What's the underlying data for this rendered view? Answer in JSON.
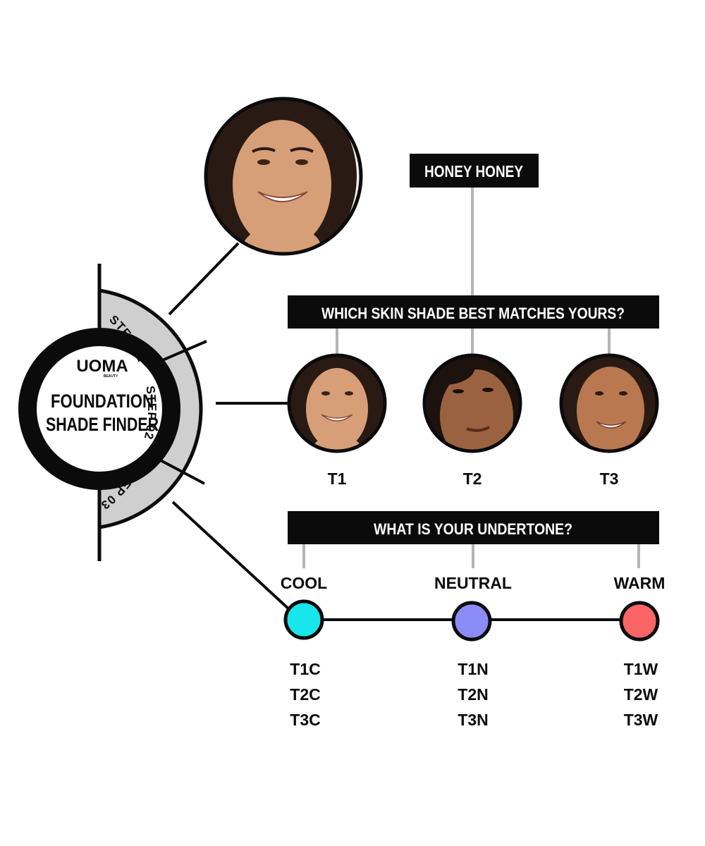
{
  "brand": {
    "logo_text": "UOMA",
    "logo_subtext": "BEAUTY",
    "title_line1": "FOUNDATION",
    "title_line2": "SHADE FINDER"
  },
  "steps": [
    "STEP 01",
    "STEP 02",
    "STEP 03"
  ],
  "step1": {
    "shade_name": "HONEY HONEY",
    "photo_icon": "smiling-woman-portrait"
  },
  "step2": {
    "question": "WHICH SKIN SHADE BEST MATCHES YOURS?",
    "options": [
      {
        "label": "T1",
        "icon": "smiling-woman-portrait"
      },
      {
        "label": "T2",
        "icon": "woman-closeup-portrait"
      },
      {
        "label": "T3",
        "icon": "smiling-woman-portrait"
      }
    ]
  },
  "step3": {
    "question": "WHAT IS YOUR UNDERTONE?",
    "undertones": [
      {
        "label": "COOL",
        "color": "#19e6ea",
        "codes": [
          "T1C",
          "T2C",
          "T3C"
        ]
      },
      {
        "label": "NEUTRAL",
        "color": "#8c8cf6",
        "codes": [
          "T1N",
          "T2N",
          "T3N"
        ]
      },
      {
        "label": "WARM",
        "color": "#fb6566",
        "codes": [
          "T1W",
          "T2W",
          "T3W"
        ]
      }
    ]
  },
  "colors": {
    "ink": "#0b0b0b",
    "ring_band": "#cfcfcf",
    "connector": "#b5b5b5",
    "skin": "#c98e63",
    "hair": "#2a1a14"
  }
}
